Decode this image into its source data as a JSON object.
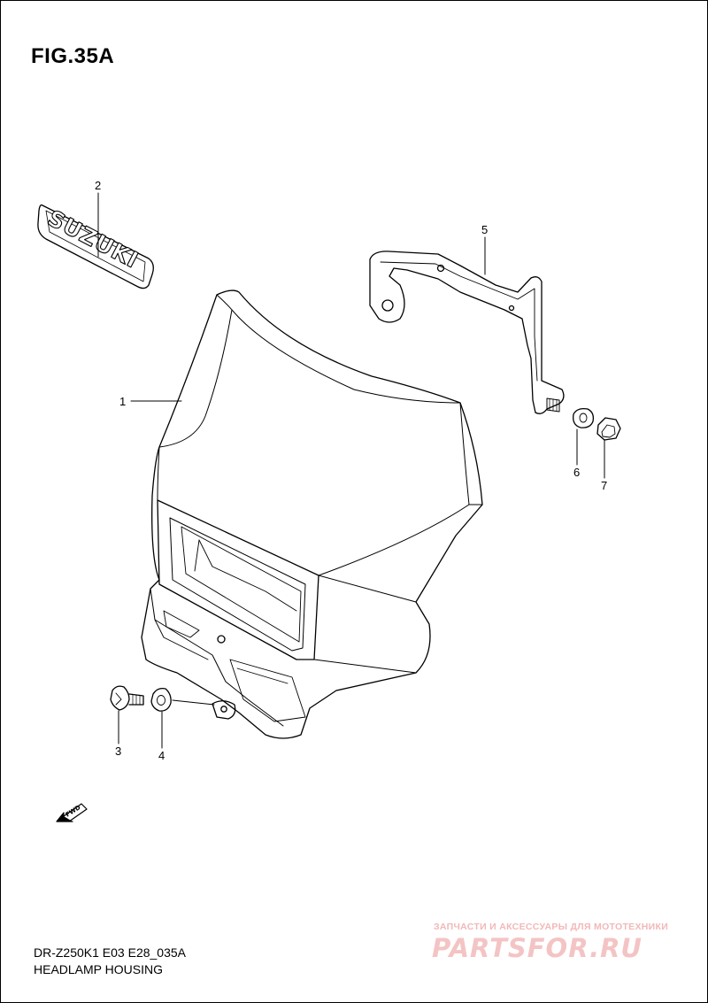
{
  "figure": {
    "title": "FIG.35A"
  },
  "callouts": [
    {
      "number": "1"
    },
    {
      "number": "2"
    },
    {
      "number": "3"
    },
    {
      "number": "4"
    },
    {
      "number": "5"
    },
    {
      "number": "6"
    },
    {
      "number": "7"
    }
  ],
  "emblem": {
    "text": "SUZUKI"
  },
  "direction_marker": {
    "label": "FWD"
  },
  "footer": {
    "model_code": "DR-Z250K1 E03 E28_035A",
    "diagram_name": "HEADLAMP HOUSING"
  },
  "watermark": {
    "tagline": "ЗАПЧАСТИ И АКСЕССУАРЫ ДЛЯ МОТОТЕХНИКИ",
    "logo": "PARTSFOR.RU"
  }
}
